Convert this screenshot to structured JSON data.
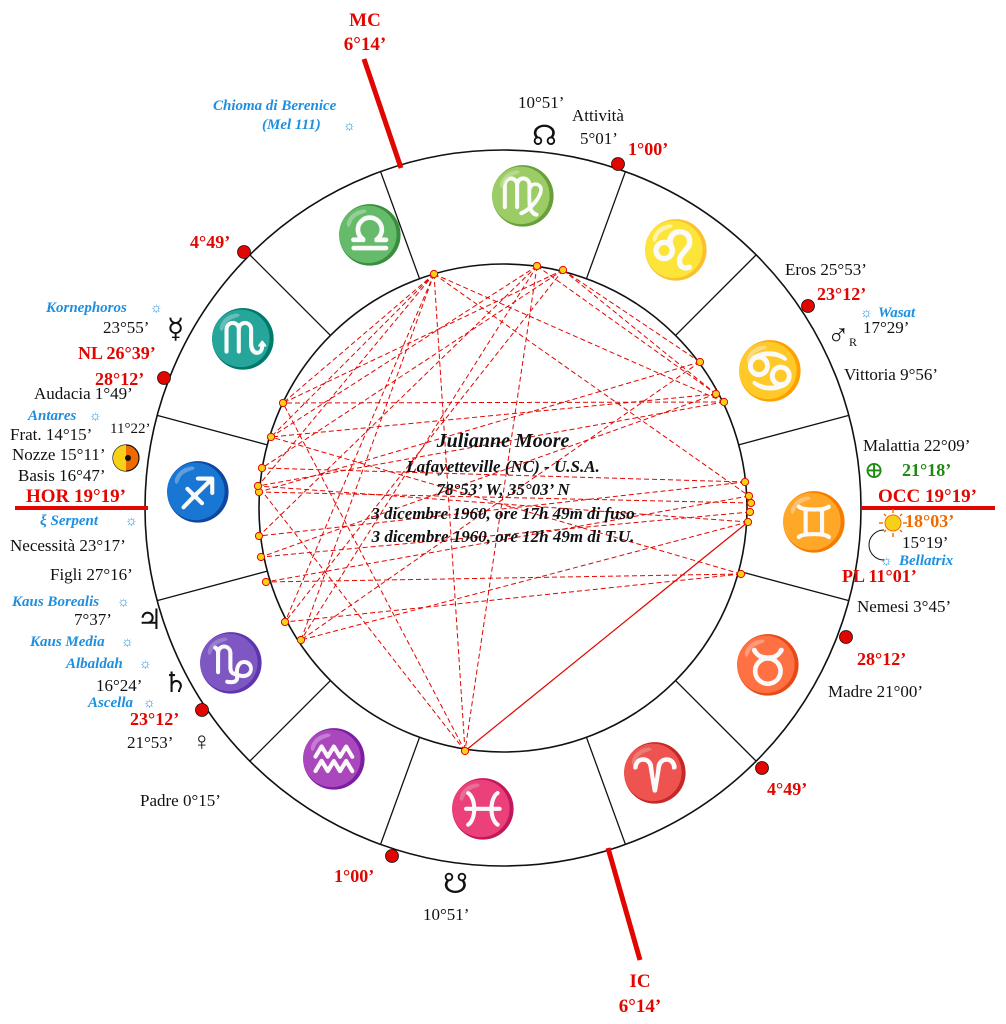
{
  "colors": {
    "axis": "#e10600",
    "aspect": "#e10600",
    "planet_dot": "#f7d117",
    "cusp_dot": "#e10600",
    "star": "#1d8fe0",
    "earth": "#1f8a12",
    "sun": "#ef6a00",
    "ink": "#111111"
  },
  "center": {
    "name": "Julianne Moore",
    "place": "Lafayetteville (NC) - U.S.A.",
    "coords": "78°53’ W,    35°03’ N",
    "local_time": "3 dicembre 1960, ore 17h 49m di fuso",
    "ut_time": "3 dicembre 1960, ore 12h 49m di T.U."
  },
  "axes": {
    "mc_label": "MC",
    "mc_value": "6°14’",
    "ic_label": "IC",
    "ic_value": "6°14’",
    "hor": "HOR 19°19’",
    "occ": "OCC 19°19’"
  },
  "signs": [
    {
      "name": "virgo-sign",
      "glyph": "♍"
    },
    {
      "name": "leo-sign",
      "glyph": "♌"
    },
    {
      "name": "cancer-sign",
      "glyph": "♋"
    },
    {
      "name": "gemini-sign",
      "glyph": "♊"
    },
    {
      "name": "taurus-sign",
      "glyph": "♉"
    },
    {
      "name": "aries-sign",
      "glyph": "♈"
    },
    {
      "name": "pisces-sign",
      "glyph": "♓"
    },
    {
      "name": "aquarius-sign",
      "glyph": "♒"
    },
    {
      "name": "capricorn-sign",
      "glyph": "♑"
    },
    {
      "name": "sagittarius-sign",
      "glyph": "♐"
    },
    {
      "name": "scorpio-sign",
      "glyph": "♏"
    },
    {
      "name": "libra-sign",
      "glyph": "♎"
    }
  ],
  "cusps": {
    "c1": "1°00’",
    "c2": "23°12’",
    "c3": "28°12’",
    "c4": "4°49’",
    "c5": "1°00’",
    "c6": "23°12’",
    "c7": "28°12’",
    "c8": "4°49’"
  },
  "labels": {
    "north_node_deg": "10°51’",
    "attivita": "Attività",
    "attivita_deg": "5°01’",
    "south_node_deg": "10°51’",
    "eros": "Eros 25°53’",
    "wasat": "Wasat",
    "mars_deg": "17°29’",
    "retro": "R",
    "vittoria": "Vittoria 9°56’",
    "malattia": "Malattia 22°09’",
    "earth_deg": "21°18’",
    "sun_deg": "18°03’",
    "moon_deg": "15°19’",
    "bellatrix": "Bellatrix",
    "pl": "PL  11°01’",
    "nemesi": "Nemesi 3°45’",
    "madre": "Madre 21°00’",
    "padre": "Padre 0°15’",
    "venus_deg": "21°53’",
    "ascella": "Ascella",
    "saturn_deg": "16°24’",
    "albaldah": "Albaldah",
    "kaus_media": "Kaus Media",
    "jupiter_deg": "7°37’",
    "kaus_borealis": "Kaus Borealis",
    "figli": "Figli 27°16’",
    "necessita": "Necessità 23°17’",
    "serpent": "ξ Serpent",
    "basis": "Basis 16°47’",
    "nozze": "Nozze 15°11’",
    "frat": "Frat. 14°15’",
    "eclipse_deg": "11°22’",
    "antares": "Antares",
    "audacia": "Audacia 1°49’",
    "nl": "NL  26°39’",
    "mercury_deg": "23°55’",
    "kornephoros": "Kornephoros",
    "berenice_1": "Chioma di Berenice",
    "berenice_2": "(Mel 111)"
  },
  "glyphs": {
    "north_node": "☊",
    "south_node": "☋",
    "mars": "♂",
    "earth": "⊕",
    "moon": "☾",
    "venus": "♀",
    "saturn": "♄",
    "jupiter": "♃",
    "mercury": "☿",
    "star": "☼"
  }
}
